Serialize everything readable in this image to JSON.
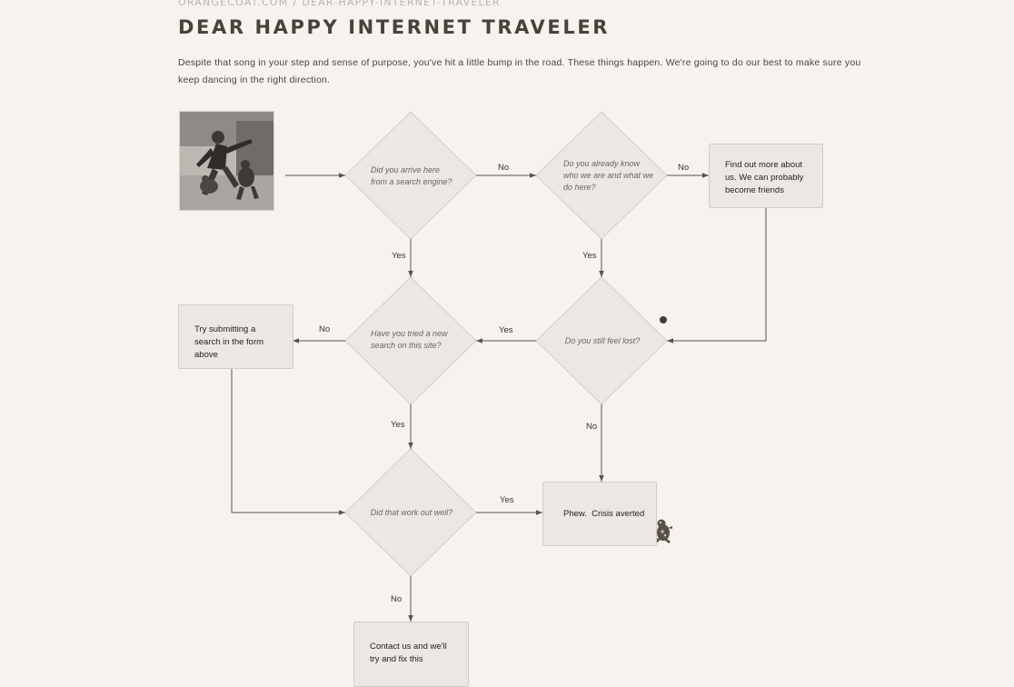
{
  "breadcrumb": {
    "site": "ORANGECOAT.COM",
    "separator": "/",
    "page": "DEAR-HAPPY-INTERNET-TRAVELER"
  },
  "title": "DEAR HAPPY INTERNET TRAVELER",
  "intro": "Despite that song in your step and sense of purpose, you've hit a little bump in the road. These things happen. We're going to do our best to make sure you keep dancing in the right direction.",
  "flowchart": {
    "questions": {
      "search_engine": "Did you arrive here from a search engine?",
      "know_us": "Do you already know who we are and what we do here?",
      "new_search": "Have you tried a new search on this site?",
      "still_lost": "Do you still feel lost?",
      "work_out": "Did that work out well?"
    },
    "outcomes": {
      "find_out_more": "Find out more about us. We can probably become friends",
      "try_search": "Try submitting a search in the form above",
      "crisis_averted": "Phew.  Crisis averted",
      "contact_us": "Contact us and we'll try and fix this"
    },
    "edge_labels": {
      "yes": "Yes",
      "no": "No"
    }
  },
  "colors": {
    "background": "#f6f3ef",
    "node_fill": "#ebe7e3",
    "node_border": "#d4cec8",
    "connector": "#555555",
    "title": "#4a413a"
  },
  "icons": {
    "photo": "dancing-person-with-dog-photo",
    "mascot": "dog-mascot-icon"
  }
}
